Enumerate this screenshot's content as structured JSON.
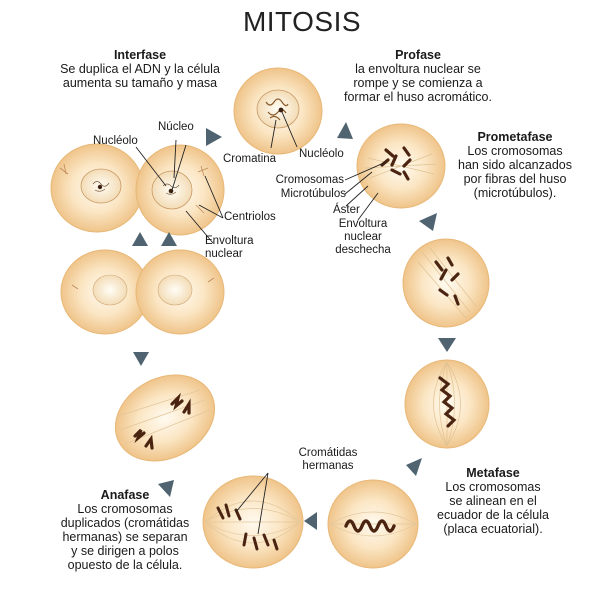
{
  "title": "MITOSIS",
  "stages": {
    "interfase": {
      "name": "Interfase",
      "desc": "Se duplica el ADN y la célula\naumenta su tamaño y masa"
    },
    "profase": {
      "name": "Profase",
      "desc": "la envoltura nuclear se\nrompe y se comienza a\nformar el huso acromático."
    },
    "prometafase": {
      "name": "Prometafase",
      "desc": "Los cromosomas\nhan sido alcanzados\npor fibras del huso\n(microtúbulos)."
    },
    "metafase": {
      "name": "Metafase",
      "desc": "Los cromosomas\nse alinean en el\necuador de la célula\n(placa ecuatorial)."
    },
    "anafase": {
      "name": "Anafase",
      "desc": "Los cromosomas\nduplicados (cromátidas\nhermanas) se separan\ny se dirigen a polos\nopuesto de la célula."
    }
  },
  "labels": {
    "nucleolo_1": "Nucléolo",
    "nucleo": "Núcleo",
    "centriolos": "Centriolos",
    "envoltura_nuclear": "Envoltura\nnuclear",
    "cromatina": "Cromatina",
    "nucleolo_2": "Nucléolo",
    "cromosomas": "Cromosomas",
    "microtubulos": "Microtúbulos",
    "aster": "Áster",
    "envoltura_deschecha": "Envoltura\nnuclear\ndeschecha",
    "cromatidas": "Cromátidas\nhermanas"
  },
  "colors": {
    "cell_fill": "#f7d9a8",
    "cell_edge": "#e8b877",
    "chromosome": "#5a2e12",
    "arrow": "#4f6470"
  }
}
